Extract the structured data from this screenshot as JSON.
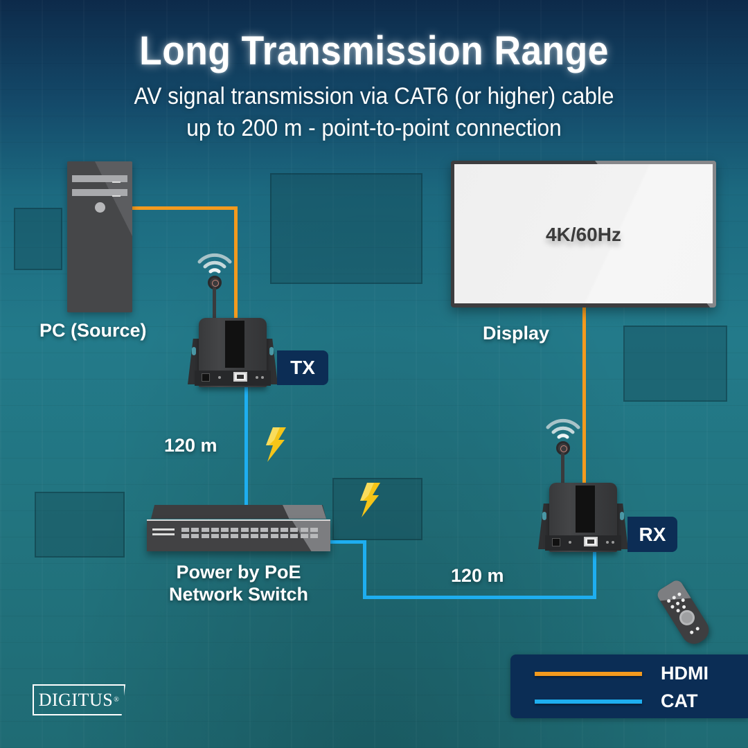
{
  "header": {
    "title": "Long Transmission Range",
    "subtitle_line1": "AV signal transmission via CAT6 (or higher) cable",
    "subtitle_line2": "up to 200 m - point-to-point connection"
  },
  "nodes": {
    "source": {
      "label": "PC (Source)",
      "icon": "pc-tower-icon"
    },
    "display": {
      "label": "Display",
      "screen_text": "4K/60Hz",
      "icon": "monitor-icon"
    },
    "transmitter": {
      "tag": "TX",
      "icon": "extender-icon"
    },
    "receiver": {
      "tag": "RX",
      "icon": "extender-icon"
    },
    "switch": {
      "label_line1": "Power by PoE",
      "label_line2": "Network Switch",
      "icon": "network-switch-icon"
    },
    "remote": {
      "icon": "remote-control-icon"
    }
  },
  "links": [
    {
      "from": "source",
      "to": "transmitter",
      "type": "HDMI"
    },
    {
      "from": "transmitter",
      "to": "switch",
      "type": "CAT",
      "distance": "120 m"
    },
    {
      "from": "switch",
      "to": "receiver",
      "type": "CAT",
      "distance": "120 m"
    },
    {
      "from": "receiver",
      "to": "display",
      "type": "HDMI"
    }
  ],
  "distances": {
    "tx_to_switch": "120 m",
    "switch_to_rx": "120 m"
  },
  "legend": {
    "items": [
      {
        "label": "HDMI",
        "color": "#f39a1e"
      },
      {
        "label": "CAT",
        "color": "#1eaef0"
      }
    ]
  },
  "icons": {
    "wifi": "wifi-icon",
    "power": "lightning-bolt-icon"
  },
  "brand": {
    "logo_text": "DIGITUS",
    "registered": "®"
  },
  "colors": {
    "hdmi": "#f39a1e",
    "cat": "#1eaef0",
    "tag_bg": "#0c2d55",
    "bolt": "#f5c518",
    "background": "#237a8a"
  }
}
